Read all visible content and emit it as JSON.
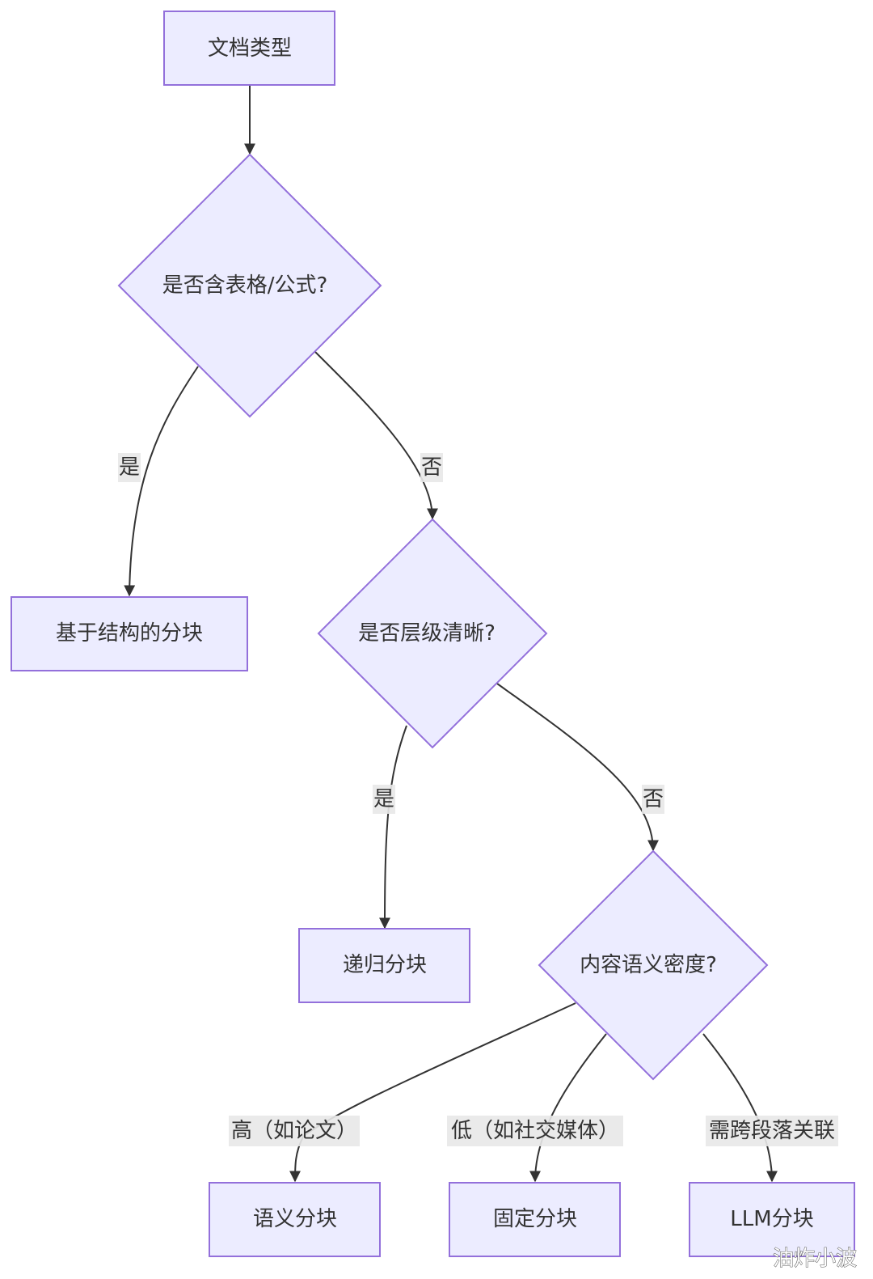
{
  "nodes": {
    "doc_type": "文档类型",
    "q_table_formula": "是否含表格/公式?",
    "structure_chunking": "基于结构的分块",
    "q_hierarchy": "是否层级清晰?",
    "recursive_chunking": "递归分块",
    "q_semantic_density": "内容语义密度?",
    "semantic_chunking": "语义分块",
    "fixed_chunking": "固定分块",
    "llm_chunking": "LLM分块"
  },
  "edges": {
    "yes_1": "是",
    "no_1": "否",
    "yes_2": "是",
    "no_2": "否",
    "high": "高（如论文）",
    "low": "低（如社交媒体）",
    "cross_paragraph": "需跨段落关联"
  },
  "watermark": "油炸小波",
  "colors": {
    "node_fill": "#ECECFF",
    "node_stroke": "#9370DB",
    "edge": "#333333",
    "label_bg": "#E8E8E8"
  }
}
